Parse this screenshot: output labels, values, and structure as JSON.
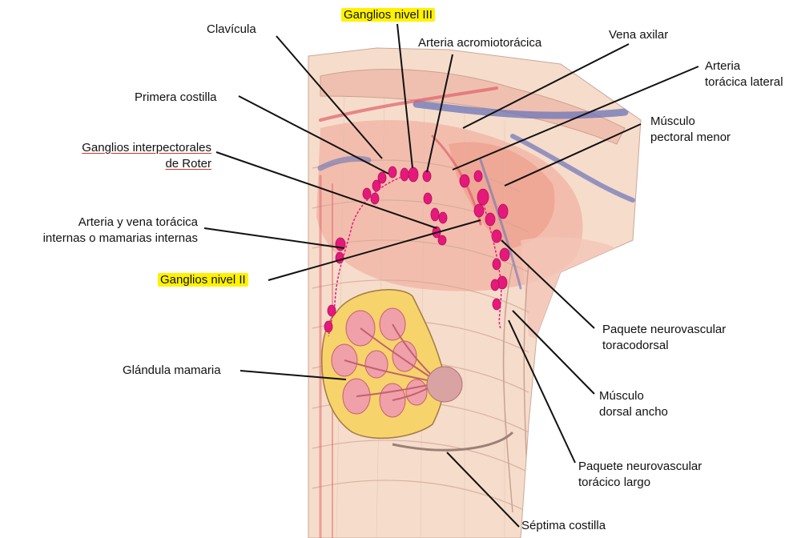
{
  "labels": {
    "clavicula": "Clavícula",
    "ganglios_nivel_iii": "Ganglios nivel III",
    "arteria_acromiotoracica": "Arteria acromiotorácica",
    "vena_axilar": "Vena axilar",
    "arteria_toracica_lateral_1": "Arteria",
    "arteria_toracica_lateral_2": "torácica lateral",
    "primera_costilla": "Primera costilla",
    "musculo_pectoral_menor_1": "Músculo",
    "musculo_pectoral_menor_2": "pectoral menor",
    "ganglios_interpectorales_1": "Ganglios interpectorales",
    "ganglios_interpectorales_2": "de Roter",
    "arteria_vena_toracica_1": "Arteria y vena torácica",
    "arteria_vena_toracica_2": "internas o mamarias internas",
    "ganglios_nivel_ii": "Ganglios nivel II",
    "paquete_toracodorsal_1": "Paquete neurovascular",
    "paquete_toracodorsal_2": "toracodorsal",
    "glandula_mamaria": "Glándula mamaria",
    "musculo_dorsal_ancho_1": "Músculo",
    "musculo_dorsal_ancho_2": "dorsal ancho",
    "paquete_toracico_largo_1": "Paquete neurovascular",
    "paquete_toracico_largo_2": "torácico largo",
    "septima_costilla": "Séptima costilla"
  },
  "colors": {
    "highlight": "#fff200",
    "lymph_node": "#e5197a",
    "skin": "#f6dccb",
    "muscle": "#f2b7a8",
    "vein": "#6b74b8",
    "artery": "#e0606a",
    "gland_fat": "#f7d36b",
    "gland_lobe": "#f0a0a8",
    "underline": "#d9302a"
  }
}
